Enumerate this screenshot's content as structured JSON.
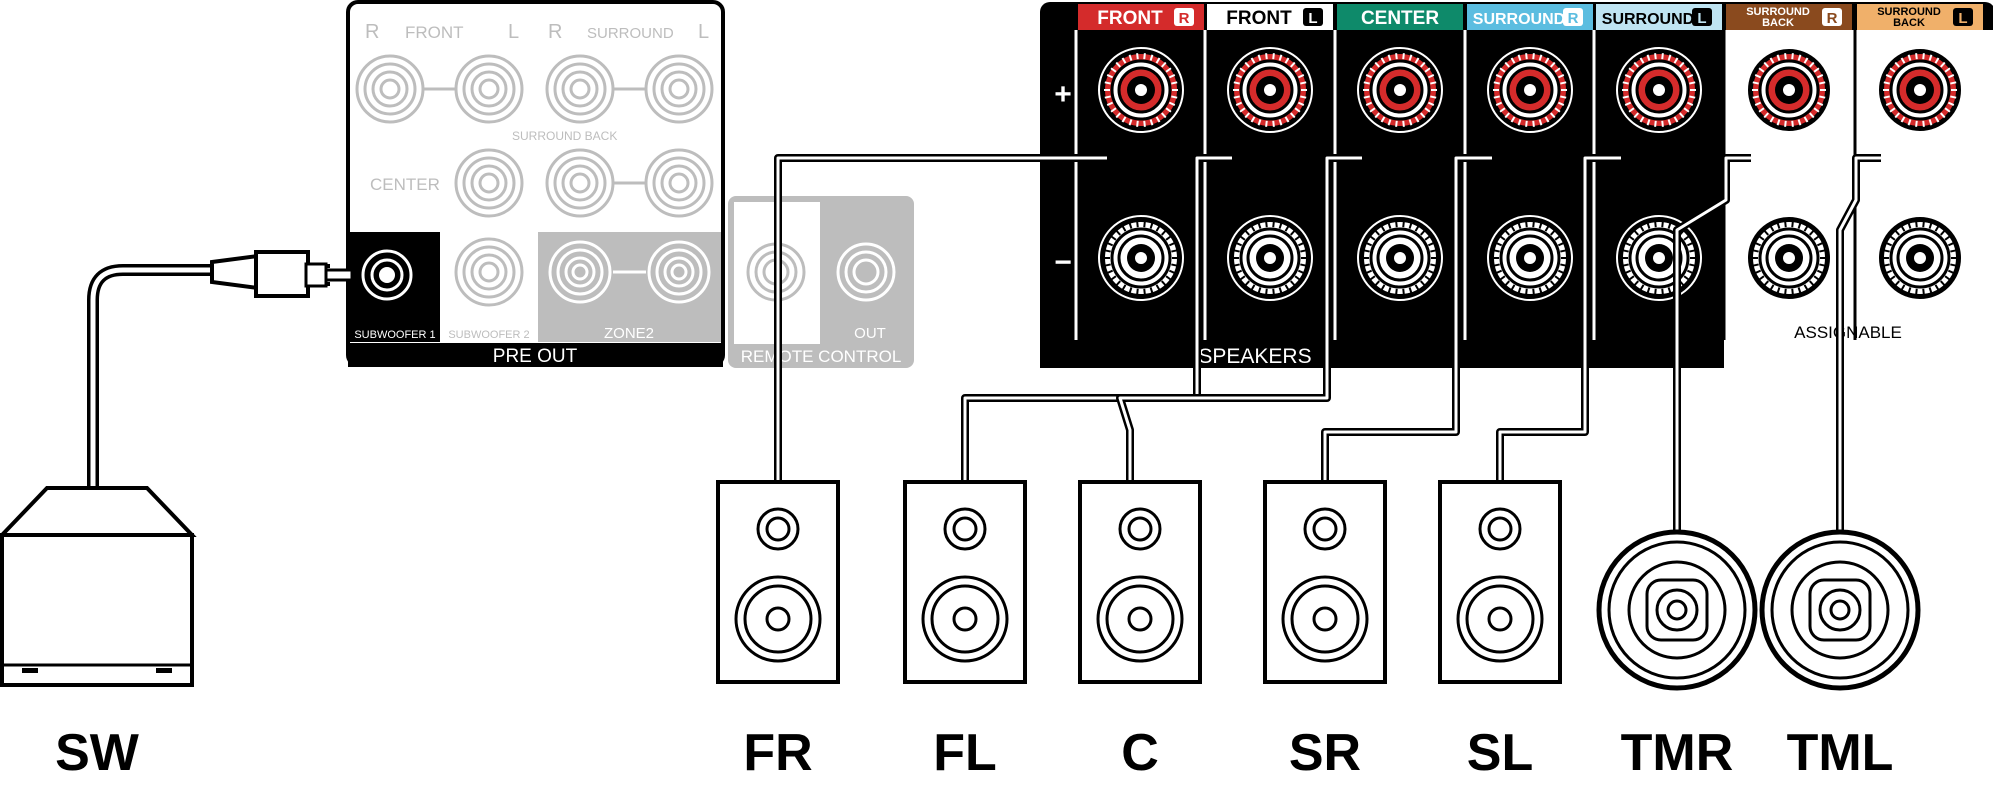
{
  "preout_panel": {
    "labels": {
      "r1": "R",
      "front": "FRONT",
      "l1": "L",
      "r2": "R",
      "surround": "SURROUND",
      "l2": "L",
      "surround_back": "SURROUND BACK",
      "center": "CENTER",
      "subwoofer1": "SUBWOOFER 1",
      "subwoofer2": "SUBWOOFER 2",
      "zone2": "ZONE2",
      "pre_out": "PRE OUT",
      "out": "OUT",
      "remote_control": "REMOTE CONTROL"
    }
  },
  "speaker_panel": {
    "plus_symbol": "+",
    "minus_symbol": "−",
    "footer_speakers": "SPEAKERS",
    "footer_assignable": "ASSIGNABLE",
    "channels": [
      {
        "label": "FRONT",
        "badge": "R",
        "color": "#d42b2b"
      },
      {
        "label": "FRONT",
        "badge": "L",
        "color": "#ffffff"
      },
      {
        "label": "CENTER",
        "badge": "",
        "color": "#0e8a6a"
      },
      {
        "label": "SURROUND",
        "badge": "R",
        "color": "#5bbde0"
      },
      {
        "label": "SURROUND",
        "badge": "L",
        "color": "#bfe4f2"
      },
      {
        "label": "SURROUND\nBACK",
        "badge": "R",
        "color": "#8a4a1e"
      },
      {
        "label": "SURROUND\nBACK",
        "badge": "L",
        "color": "#f0b06a"
      }
    ]
  },
  "speakers": [
    {
      "label": "SW",
      "type": "subwoofer"
    },
    {
      "label": "FR",
      "type": "bookshelf"
    },
    {
      "label": "FL",
      "type": "bookshelf"
    },
    {
      "label": "C",
      "type": "bookshelf"
    },
    {
      "label": "SR",
      "type": "bookshelf"
    },
    {
      "label": "SL",
      "type": "bookshelf"
    },
    {
      "label": "TMR",
      "type": "ceiling"
    },
    {
      "label": "TML",
      "type": "ceiling"
    }
  ]
}
